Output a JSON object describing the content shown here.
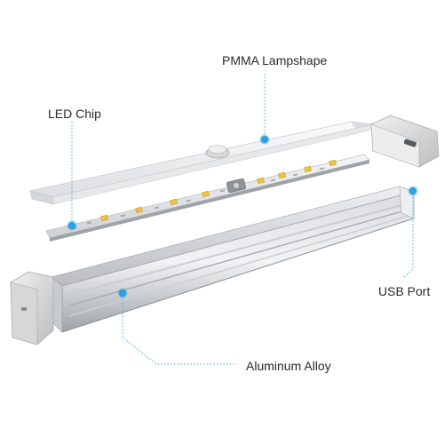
{
  "labels": {
    "pmma": "PMMA Lampshape",
    "led": "LED Chip",
    "usb": "USB Port",
    "aluminum": "Aluminum Alloy"
  },
  "colors": {
    "accent": "#1e9be0",
    "leader": "#3fa6df",
    "pcb": "#e9ebed",
    "led": "#f2c23a",
    "aluminum": "#bfc3c7",
    "cap": "#e2e2e2"
  }
}
